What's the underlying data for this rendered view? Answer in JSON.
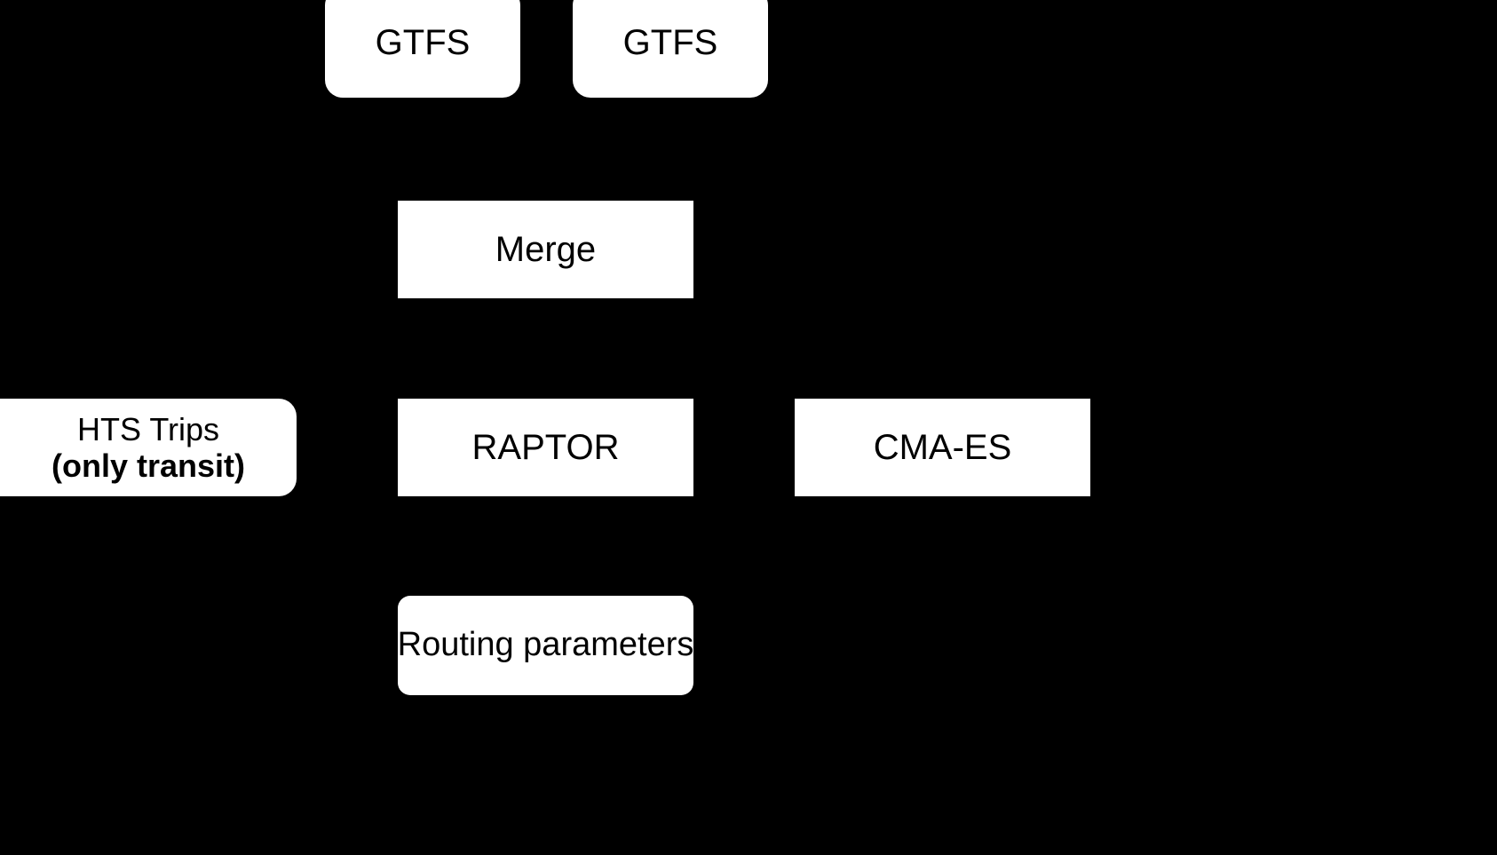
{
  "diagram": {
    "background_color": "#000000",
    "node_fill_color": "#ffffff",
    "node_text_color": "#000000",
    "nodes": [
      {
        "id": "gtfs-1",
        "label": "GTFS",
        "shape": "rounded-rectangle"
      },
      {
        "id": "gtfs-2",
        "label": "GTFS",
        "shape": "rounded-rectangle"
      },
      {
        "id": "merge",
        "label": "Merge",
        "shape": "rectangle"
      },
      {
        "id": "hts-trips",
        "label_line1": "HTS Trips",
        "label_line2": "(only transit)",
        "shape": "rounded-rectangle"
      },
      {
        "id": "raptor",
        "label": "RAPTOR",
        "shape": "rectangle"
      },
      {
        "id": "cma-es",
        "label": "CMA-ES",
        "shape": "rectangle"
      },
      {
        "id": "routing-parameters",
        "label": "Routing parameters",
        "shape": "rounded-rectangle"
      }
    ]
  }
}
